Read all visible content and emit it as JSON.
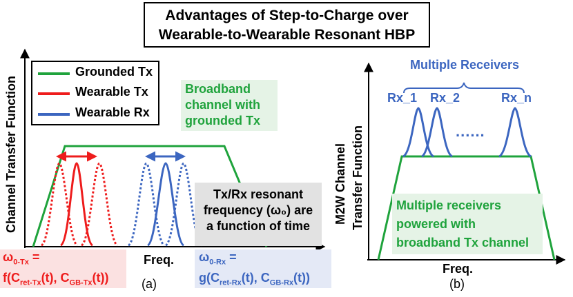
{
  "title": {
    "line1": "Advantages of Step-to-Charge over",
    "line2": "Wearable-to-Wearable Resonant HBP"
  },
  "panel_a": {
    "ylabel": "Channel Transfer Function",
    "xlabel": "Freq.",
    "caption": "(a)",
    "legend": [
      {
        "label": "Grounded Tx",
        "color": "#1fa33c"
      },
      {
        "label": "Wearable Tx",
        "color": "#ee1c1c"
      },
      {
        "label": "Wearable Rx",
        "color": "#3c66c0"
      }
    ],
    "broadband_note": [
      "Broadband",
      "channel with",
      "grounded Tx"
    ],
    "resonant_note": [
      "Tx/Rx resonant",
      "frequency (ω₀) are",
      "a function of time"
    ],
    "tx_formula": {
      "line1": "ω",
      "sub1": "0-Tx",
      "eq": " =",
      "f": "f(C",
      "sub2": "ret-Tx",
      "mid": "(t), C",
      "sub3": "GB-Tx",
      "end": "(t))"
    },
    "rx_formula": {
      "line1": "ω",
      "sub1": "0-Rx",
      "eq": " =",
      "f": "g(C",
      "sub2": "ret-Rx",
      "mid": "(t), C",
      "sub3": "GB-Rx",
      "end": "(t))"
    }
  },
  "panel_b": {
    "ylabel_line1": "M2W Channel",
    "ylabel_line2": "Transfer Function",
    "xlabel": "Freq.",
    "caption": "(b)",
    "receivers_title": "Multiple Receivers",
    "rx_labels": [
      "Rx_1",
      "Rx_2",
      "Rx_n"
    ],
    "dots": "......",
    "note": [
      "Multiple receivers",
      "powered with",
      "broadband Tx channel"
    ]
  },
  "colors": {
    "green": "#1fa33c",
    "red": "#ee1c1c",
    "blue": "#3c66c0"
  }
}
